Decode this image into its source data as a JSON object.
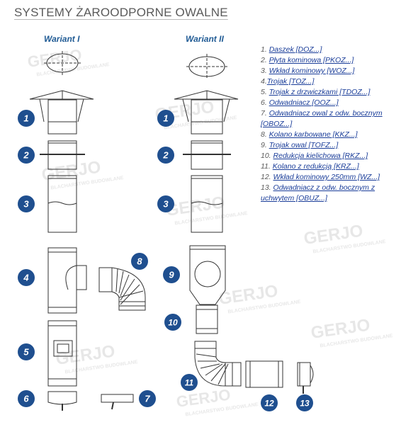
{
  "title": "SYSTEMY ŻAROODPORNE OWALNE",
  "variant_1": "Wariant I",
  "variant_2": "Wariant II",
  "watermark": {
    "brand": "GERJO",
    "subtitle": "BLACHARSTWO BUDOWLANE"
  },
  "colors": {
    "badge": "#1f4f8f",
    "link": "#1a3d99",
    "title": "#5a5a5a",
    "line": "#333333"
  },
  "badges": {
    "v1": [
      "1",
      "2",
      "3",
      "4",
      "5",
      "6"
    ],
    "v1_side": [
      "8",
      "7"
    ],
    "v2": [
      "1",
      "2",
      "3",
      "9",
      "10",
      "11",
      "12",
      "13"
    ]
  },
  "legend": [
    {
      "num": "1.",
      "text": "Daszek [DOZ...]"
    },
    {
      "num": "2.",
      "text": "Płyta kominowa [PKOZ...]"
    },
    {
      "num": "3.",
      "text": "Wkład kominowy [WOZ...]"
    },
    {
      "num": "4.",
      "text": "Trojak [TOZ...]"
    },
    {
      "num": "5.",
      "text": "Trojak z drzwiczkami [TDOZ...]"
    },
    {
      "num": "6.",
      "text": "Odwadniacz [OOZ...]"
    },
    {
      "num": "7.",
      "text": "Odwadniacz owal z odw. bocznym [OBOZ...]"
    },
    {
      "num": "8.",
      "text": "Kolano karbowane [KKZ...]"
    },
    {
      "num": "9.",
      "text": "Trojak owal [TOFZ...]"
    },
    {
      "num": "10.",
      "text": "Redukcja kielichowa [RKZ...]"
    },
    {
      "num": "11.",
      "text": "Kolano z redukcją [KRZ...]"
    },
    {
      "num": "12.",
      "text": "Wkład kominowy 250mm [WZ...]"
    },
    {
      "num": "13.",
      "text": "Odwadniacz z odw. bocznym z uchwytem [OBUZ...]"
    }
  ]
}
